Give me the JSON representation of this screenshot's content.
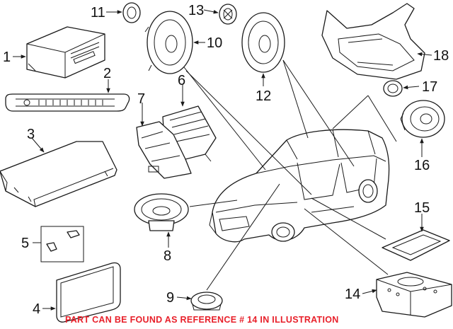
{
  "diagram": {
    "callouts": [
      "1",
      "2",
      "3",
      "4",
      "5",
      "6",
      "7",
      "8",
      "9",
      "10",
      "11",
      "12",
      "13",
      "14",
      "15",
      "16",
      "17",
      "18"
    ],
    "note": {
      "text": "PART CAN BE FOUND AS REFERENCE # 14 IN ILLUSTRATION",
      "color": "#e8202a"
    }
  }
}
